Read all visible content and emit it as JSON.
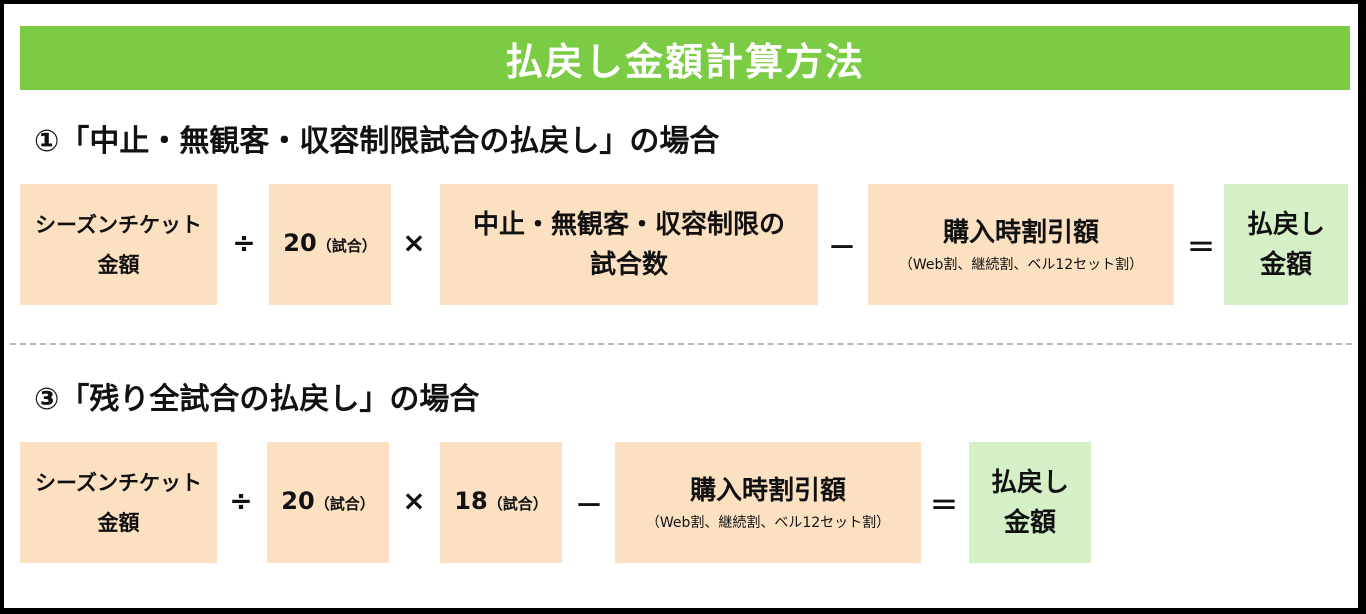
{
  "title": "払戻し金額計算方法",
  "section1": {
    "heading": "①「中止・無観客・収容制限試合の払戻し」の場合",
    "box_ticket_line1": "シーズンチケット",
    "box_ticket_line2": "金額",
    "op_divide": "÷",
    "box_games_num": "20",
    "box_games_unit": "（試合）",
    "op_multiply": "×",
    "box_cancel_line1": "中止・無観客・収容制限の",
    "box_cancel_line2": "試合数",
    "op_minus": "－",
    "box_discount_title": "購入時割引額",
    "box_discount_note": "（Web割、継続割、ベル12セット割）",
    "op_equals": "＝",
    "box_result_line1": "払戻し",
    "box_result_line2": "金額"
  },
  "section3": {
    "heading": "③「残り全試合の払戻し」の場合",
    "box_ticket_line1": "シーズンチケット",
    "box_ticket_line2": "金額",
    "op_divide": "÷",
    "box_games_num": "20",
    "box_games_unit": "（試合）",
    "op_multiply": "×",
    "box_remaining_num": "18",
    "box_remaining_unit": "（試合）",
    "op_minus": "－",
    "box_discount_title": "購入時割引額",
    "box_discount_note": "（Web割、継続割、ベル12セット割）",
    "op_equals": "＝",
    "box_result_line1": "払戻し",
    "box_result_line2": "金額"
  },
  "colors": {
    "banner": "#7ccb45",
    "box_orange": "#fce0c2",
    "box_green": "#d5f0c6",
    "divider": "#b8b8b8"
  }
}
